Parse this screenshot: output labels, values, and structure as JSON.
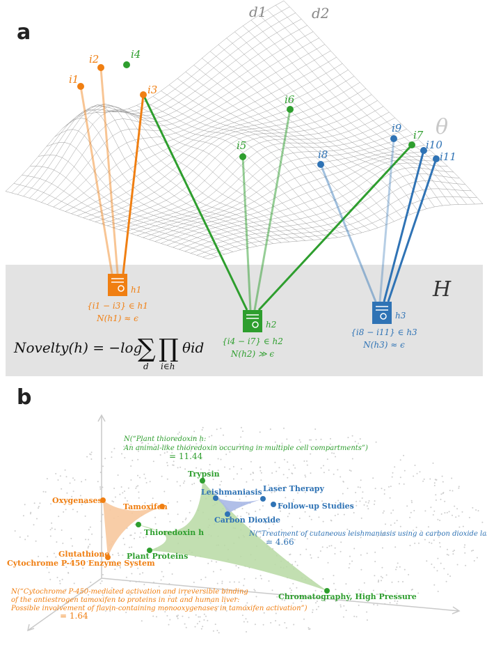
{
  "panel_a": {
    "label": "a",
    "axis_d1": "d1",
    "axis_d2": "d2",
    "theta": "θ",
    "space_label": "H",
    "formula": {
      "lhs": "Novelty(h) = −log",
      "sum_sub": "d",
      "prod_sub": "i∈h",
      "term": "θid"
    },
    "colors": {
      "orange": "#f07f12",
      "green": "#2e9e2e",
      "blue": "#2f73b5",
      "mesh": "#9a9a9a",
      "band": "#e3e3e3"
    },
    "points": [
      {
        "label": "i1",
        "color": "orange"
      },
      {
        "label": "i2",
        "color": "orange"
      },
      {
        "label": "i4",
        "color": "green"
      },
      {
        "label": "i3",
        "color": "orange"
      },
      {
        "label": "i6",
        "color": "green"
      },
      {
        "label": "i5",
        "color": "green"
      },
      {
        "label": "i8",
        "color": "blue"
      },
      {
        "label": "i9",
        "color": "blue"
      },
      {
        "label": "i7",
        "color": "green"
      },
      {
        "label": "i10",
        "color": "blue"
      },
      {
        "label": "i11",
        "color": "blue"
      }
    ],
    "hypotheses": [
      {
        "name": "h1",
        "members": "{i1 − i3} ∈ h1",
        "novelty": "N(h1) ≈ ϵ",
        "color": "orange",
        "icon": "document-icon"
      },
      {
        "name": "h2",
        "members": "{i4 − i7} ∈ h2",
        "novelty": "N(h2) ≫ ϵ",
        "color": "green",
        "icon": "document-icon"
      },
      {
        "name": "h3",
        "members": "{i8 − i11} ∈ h3",
        "novelty": "N(h3) ≈ ϵ",
        "color": "blue",
        "icon": "document-icon"
      }
    ]
  },
  "panel_b": {
    "label": "b",
    "green_terms": [
      "Trypsin",
      "Thioredoxin h",
      "Plant Proteins",
      "Chromatography, High Pressure"
    ],
    "blue_terms": [
      "Leishmaniasis",
      "Laser Therapy",
      "Follow-up Studies",
      "Carbon Dioxide"
    ],
    "orange_terms": [
      "Oxygenases",
      "Tamoxifen",
      "Glutathione",
      "Cytochrome P-450 Enzyme System"
    ],
    "green_note": {
      "lines": [
        "N(“Plant thioredoxin h:",
        "An animal-like thioredoxin occurring in multiple cell compartments”)"
      ],
      "value": "= 11.44"
    },
    "blue_note": {
      "lines": [
        "N(“Treatment of cutaneous leishmaniasis using a carbon dioxide laser”)"
      ],
      "value": "= 4.66"
    },
    "orange_note": {
      "lines": [
        "N(“Cytochrome P-450-mediated activation and irreversible binding",
        "of the antiestrogen tamoxifen to proteins in rat and human liver:",
        "Possible involvement of flavin-containing monooxygenases in tamoxifen activation”)"
      ],
      "value": "= 1.64"
    }
  }
}
